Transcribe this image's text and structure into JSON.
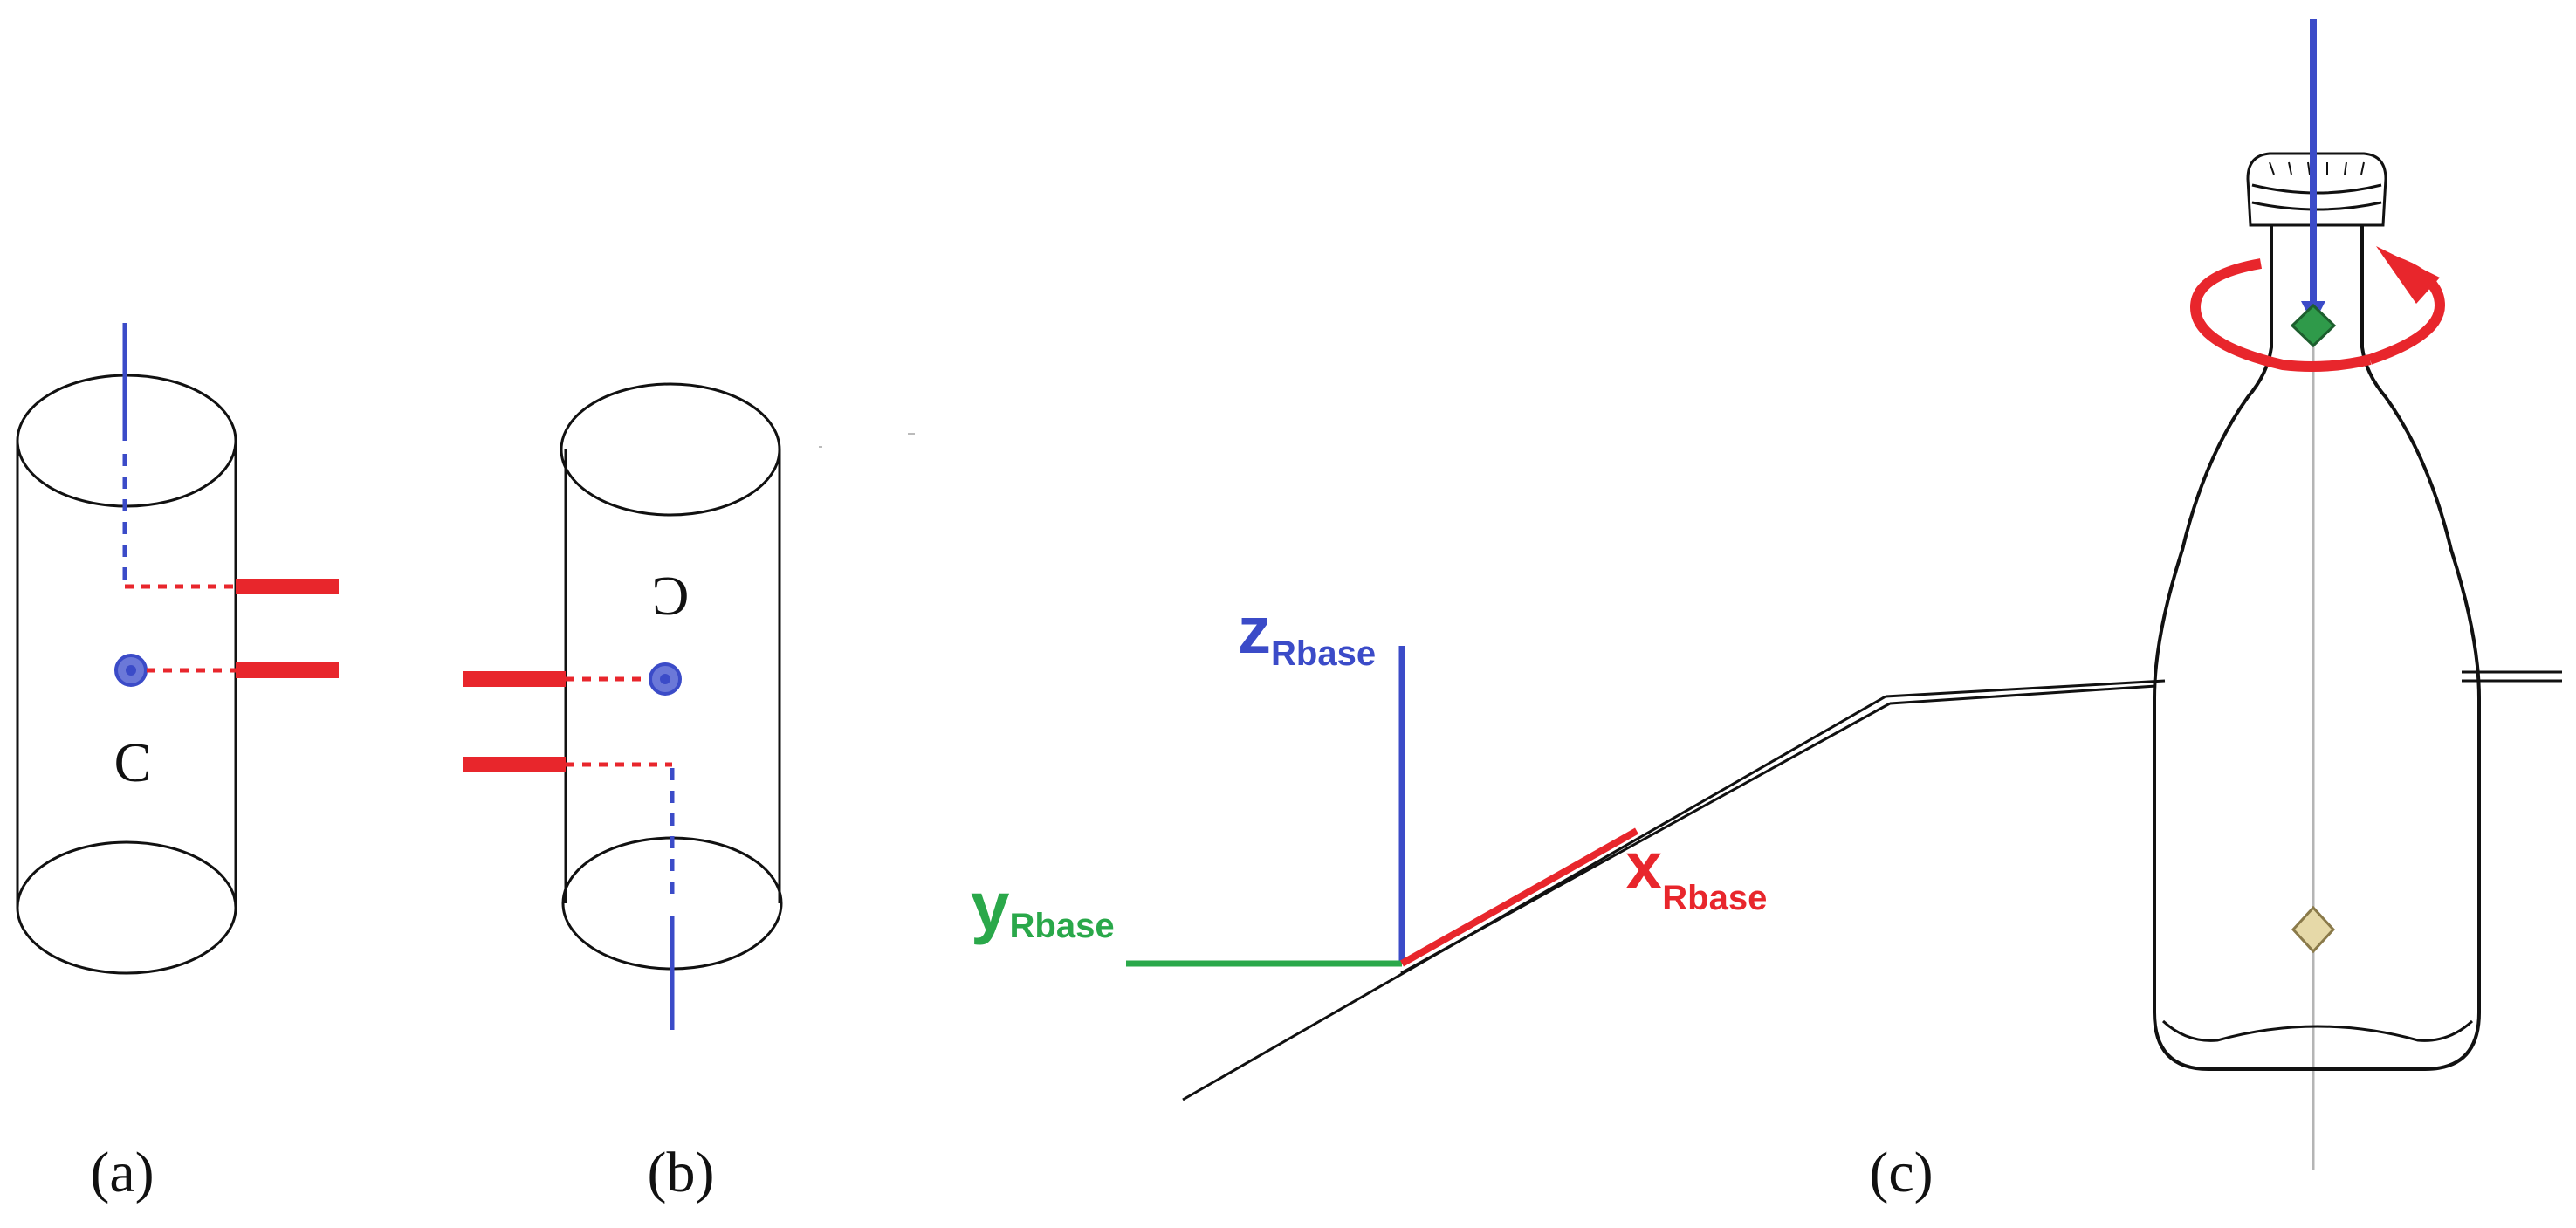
{
  "panels": {
    "a": {
      "caption": "(a)",
      "glyph": "C"
    },
    "b": {
      "caption": "(b)",
      "glyph": "C"
    },
    "c": {
      "caption": "(c)",
      "axes": {
        "z": {
          "letter": "z",
          "subscript": "Rbase",
          "color": "#3b4bc8"
        },
        "y": {
          "letter": "y",
          "subscript": "Rbase",
          "color": "#2aa84a"
        },
        "x": {
          "letter": "x",
          "subscript": "Rbase",
          "color": "#e8262c"
        }
      }
    }
  },
  "colors": {
    "axis_blue": "#3b4bc8",
    "arm_red": "#e8262c",
    "frame_green": "#2aa84a",
    "bottle_outline": "#111111",
    "bottom_marker_fill": "#e6d9a8",
    "top_marker_fill": "#2f9a4a"
  }
}
